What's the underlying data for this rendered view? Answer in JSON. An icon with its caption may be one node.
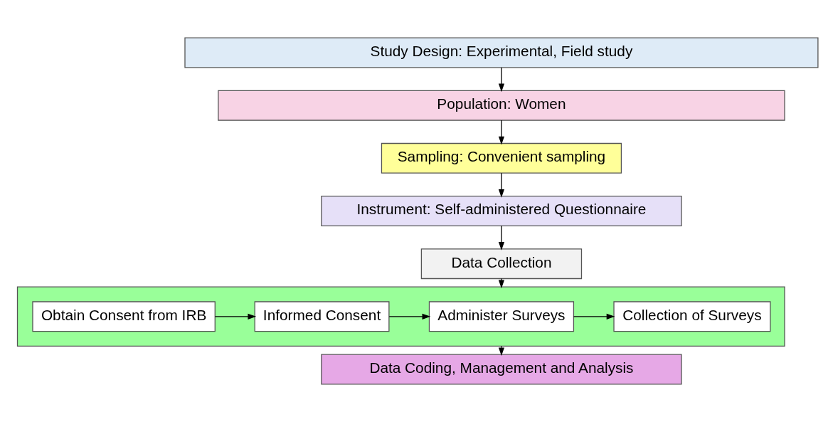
{
  "diagram": {
    "nodes": [
      {
        "text": [
          "Study Design: Experimental, Field study"
        ]
      },
      {
        "text": [
          "Population: Women"
        ]
      },
      {
        "text": [
          "Sampling: Convenient sampling"
        ]
      },
      {
        "text": [
          "Instrument: Self-administered Questionnaire"
        ]
      },
      {
        "text": [
          "Data Collection"
        ]
      },
      {
        "text": [],
        "shape": "box"
      },
      {
        "text": [
          "Obtain Consent from IRB"
        ],
        "in": 5
      },
      {
        "text": [
          "Informed Consent"
        ],
        "in": 5
      },
      {
        "text": [
          "Administer Surveys"
        ],
        "in": 5
      },
      {
        "text": [
          "Collection of Surveys"
        ],
        "in": 5
      },
      {
        "text": [
          "Data Coding, Management and Analysis"
        ]
      }
    ],
    "edges": [
      {
        "from": 0,
        "to": 1,
        "arrow": "to"
      },
      {
        "from": 1,
        "to": 2,
        "arrow": "to"
      },
      {
        "from": 2,
        "to": 3,
        "arrow": "to"
      },
      {
        "from": 3,
        "to": 4,
        "arrow": "to"
      },
      {
        "from": 4,
        "to": 5,
        "arrow": "to"
      },
      {
        "from": 6,
        "to": 7,
        "arrow": "to"
      },
      {
        "from": 7,
        "to": 8,
        "arrow": "to"
      },
      {
        "from": 8,
        "to": 9,
        "arrow": "to"
      },
      {
        "from": 5,
        "to": 10,
        "arrow": "to"
      }
    ]
  }
}
